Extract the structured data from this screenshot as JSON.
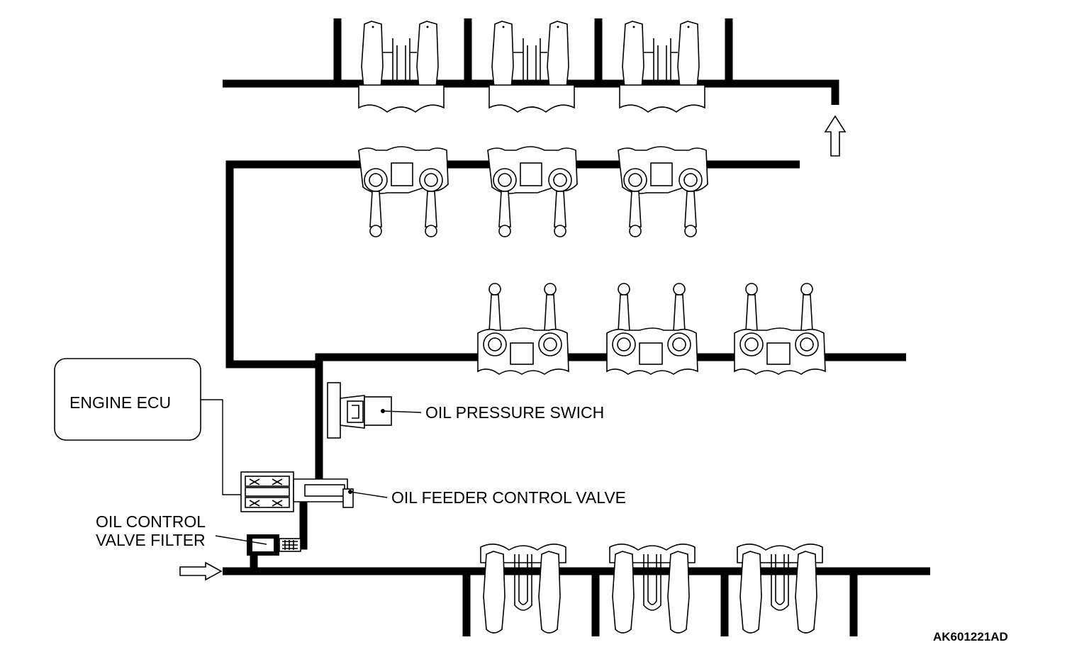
{
  "labels": {
    "engine_ecu": "ENGINE ECU",
    "oil_pressure_switch": "OIL PRESSURE SWICH",
    "oil_feeder_control_valve": "OIL FEEDER CONTROL VALVE",
    "oil_control_valve_filter_line1": "OIL CONTROL",
    "oil_control_valve_filter_line2": "VALVE FILTER",
    "figure_code": "AK601221AD"
  },
  "colors": {
    "line": "#000000",
    "background": "#ffffff"
  },
  "icons": {
    "inlet_arrow": "arrow-right-outline-icon",
    "outlet_arrow": "arrow-up-outline-icon"
  }
}
